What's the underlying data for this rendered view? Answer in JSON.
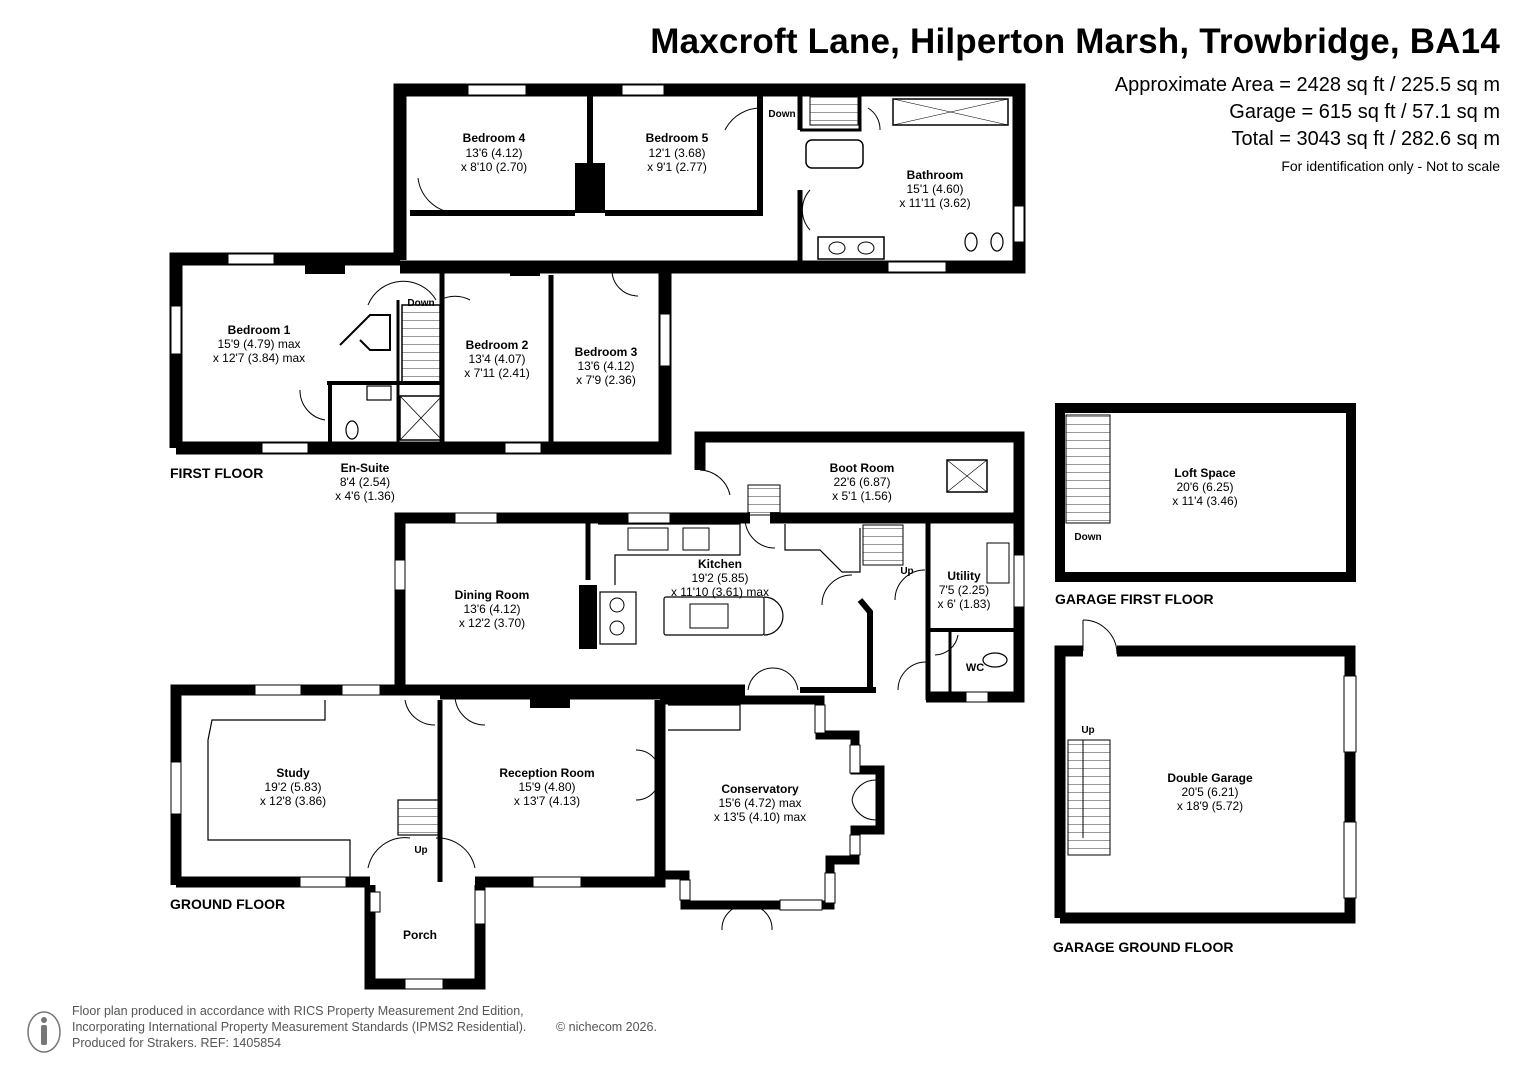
{
  "header": {
    "title": "Maxcroft Lane, Hilperton Marsh, Trowbridge, BA14",
    "approx_area": "Approximate Area = 2428 sq ft / 225.5 sq m",
    "garage_area": "Garage = 615 sq ft / 57.1 sq m",
    "total_area": "Total = 3043 sq ft / 282.6 sq m",
    "note": "For identification only - Not to scale"
  },
  "floors": {
    "first": "FIRST FLOOR",
    "ground": "GROUND FLOOR",
    "garage_first": "GARAGE FIRST FLOOR",
    "garage_ground": "GARAGE GROUND FLOOR"
  },
  "rooms": {
    "bedroom4": {
      "name": "Bedroom 4",
      "dim1": "13'6 (4.12)",
      "dim2": "x 8'10 (2.70)"
    },
    "bedroom5": {
      "name": "Bedroom 5",
      "dim1": "12'1 (3.68)",
      "dim2": "x 9'1 (2.77)"
    },
    "bathroom": {
      "name": "Bathroom",
      "dim1": "15'1 (4.60)",
      "dim2": "x 11'11 (3.62)"
    },
    "bedroom1": {
      "name": "Bedroom 1",
      "dim1": "15'9 (4.79) max",
      "dim2": "x 12'7 (3.84) max"
    },
    "bedroom2": {
      "name": "Bedroom 2",
      "dim1": "13'4 (4.07)",
      "dim2": "x 7'11 (2.41)"
    },
    "bedroom3": {
      "name": "Bedroom 3",
      "dim1": "13'6 (4.12)",
      "dim2": "x 7'9 (2.36)"
    },
    "ensuite": {
      "name": "En-Suite",
      "dim1": "8'4 (2.54)",
      "dim2": "x 4'6 (1.36)"
    },
    "bootroom": {
      "name": "Boot Room",
      "dim1": "22'6 (6.87)",
      "dim2": "x 5'1 (1.56)"
    },
    "kitchen": {
      "name": "Kitchen",
      "dim1": "19'2 (5.85)",
      "dim2": "x 11'10 (3.61) max"
    },
    "dining": {
      "name": "Dining Room",
      "dim1": "13'6 (4.12)",
      "dim2": "x 12'2 (3.70)"
    },
    "utility": {
      "name": "Utility",
      "dim1": "7'5 (2.25)",
      "dim2": "x 6' (1.83)"
    },
    "wc": {
      "name": "WC"
    },
    "study": {
      "name": "Study",
      "dim1": "19'2 (5.83)",
      "dim2": "x 12'8 (3.86)"
    },
    "reception": {
      "name": "Reception Room",
      "dim1": "15'9 (4.80)",
      "dim2": "x 13'7 (4.13)"
    },
    "conservatory": {
      "name": "Conservatory",
      "dim1": "15'6 (4.72) max",
      "dim2": "x 13'5 (4.10) max"
    },
    "porch": {
      "name": "Porch"
    },
    "loft": {
      "name": "Loft Space",
      "dim1": "20'6 (6.25)",
      "dim2": "x 11'4 (3.46)"
    },
    "garage": {
      "name": "Double Garage",
      "dim1": "20'5 (6.21)",
      "dim2": "x 18'9 (5.72)"
    }
  },
  "stairs": {
    "down": "Down",
    "up": "Up"
  },
  "footer": {
    "line1": "Floor plan produced in accordance with RICS Property Measurement 2nd Edition,",
    "line2": "Incorporating International Property Measurement Standards (IPMS2 Residential).",
    "line3": "Produced for Strakers.   REF: 1405854",
    "copyright": "© nichecom 2026."
  }
}
